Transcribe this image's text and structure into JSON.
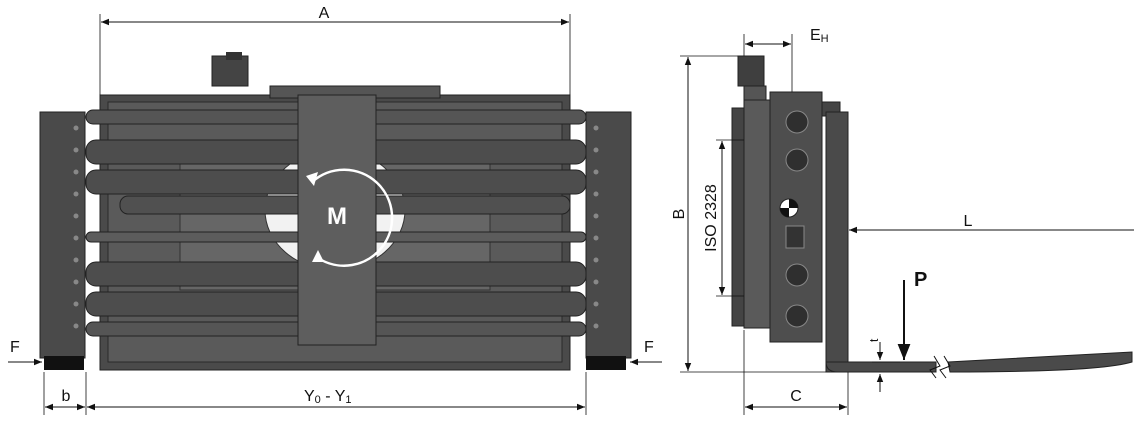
{
  "labels": {
    "A": "A",
    "E": "E",
    "E_sub": "H",
    "B": "B",
    "iso": "ISO 2328",
    "L": "L",
    "P": "P",
    "t": "t",
    "C": "C",
    "F_left": "F",
    "F_right": "F",
    "b": "b",
    "Y_main": "Y",
    "Y_sub0": "0",
    "Y_dash": " - Y",
    "Y_sub1": "1",
    "M": "M"
  },
  "colors": {
    "dark": "#3a3a3a",
    "mid": "#555555",
    "light": "#6b6b6b",
    "line": "#111111"
  }
}
